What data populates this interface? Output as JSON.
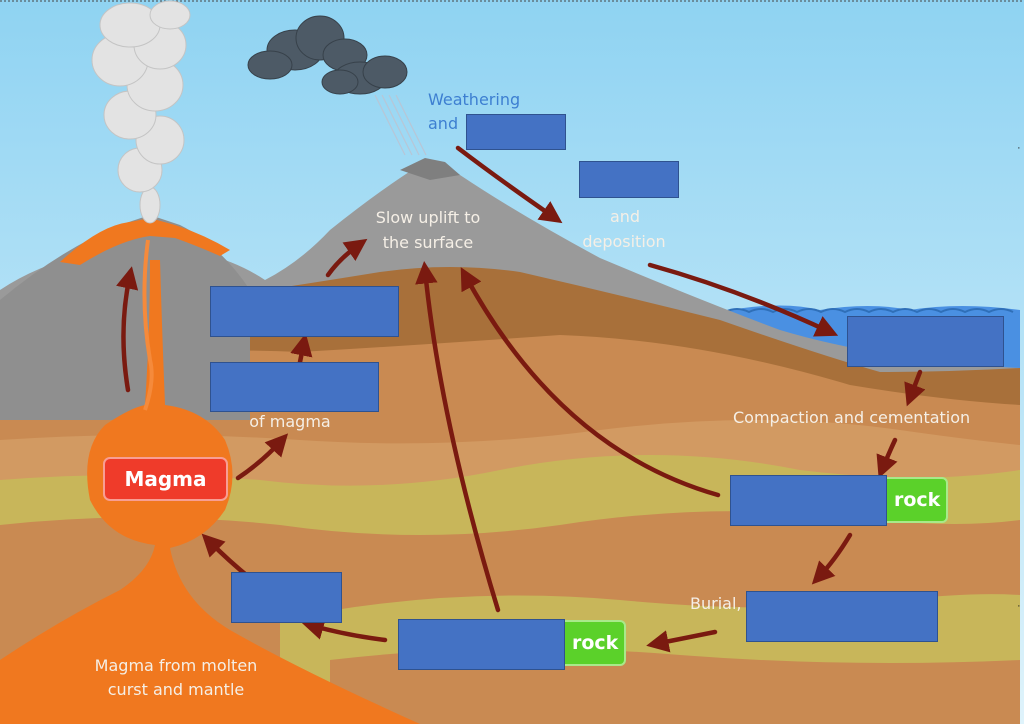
{
  "diagram": {
    "labels": {
      "weathering_line1": "Weathering",
      "weathering_line2": "and",
      "transport_and": "and",
      "transport_deposition": "deposition",
      "uplift_line1": "Slow uplift to",
      "uplift_line2": "the surface",
      "of_magma": "of magma",
      "magma": "Magma",
      "compaction": "Compaction and cementation",
      "sedimentary_rock_suffix": "rock",
      "burial": "Burial,",
      "metamorphic_rock_suffix": "rock",
      "magma_source_line1": "Magma from molten",
      "magma_source_line2": "curst and mantle"
    },
    "blank_boxes": [
      "weathering-blank",
      "transport-blank",
      "igneous-rock-blank",
      "cooling-blank",
      "sediment-blank",
      "sedimentary-rock-blank",
      "burial-blank",
      "metamorphic-rock-blank",
      "melting-blank"
    ],
    "colors": {
      "sky_top": "#8fd3f2",
      "sky_bottom": "#d9f1fb",
      "mountain_gray": "#9a9a9a",
      "rock_brown": "#b97f45",
      "rock_tan": "#cf925a",
      "rock_olive": "#c8b65a",
      "magma_orange": "#f0781f",
      "sea_blue": "#4a90e2",
      "arrow_maroon": "#7a1a10",
      "blank_box_blue": "#4472c4",
      "rock_tag_green": "#5bd12a",
      "magma_label_red": "#ef3b2a"
    }
  }
}
